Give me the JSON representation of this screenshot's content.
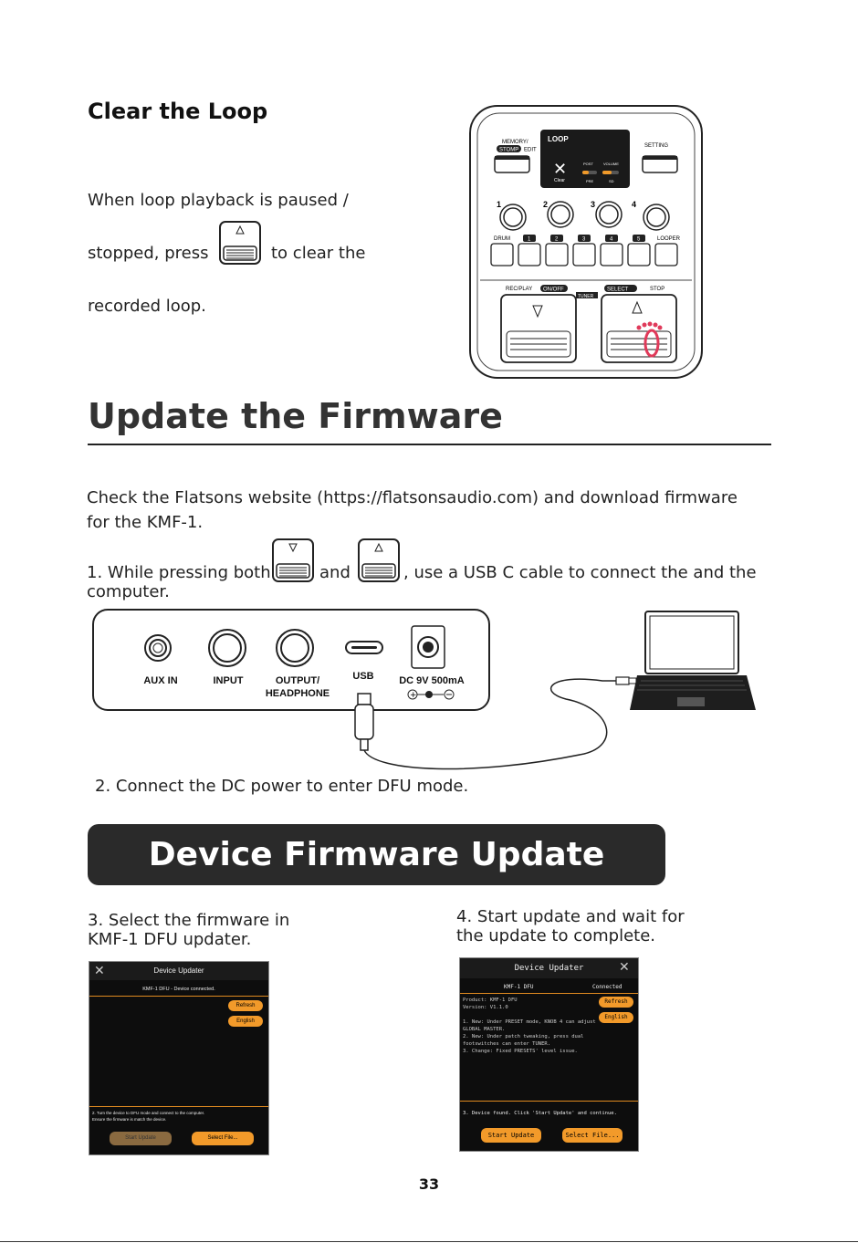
{
  "clear_loop": {
    "title": "Clear the Loop",
    "line1": "When loop playback is paused /",
    "line2a": "stopped, press",
    "line2b": "to clear the",
    "line3": "recorded loop."
  },
  "pedal": {
    "memory": "MEMORY/",
    "stomp": "STOMP",
    "edit": "EDIT",
    "loop": "LOOP",
    "setting": "SETTING",
    "clear": "Clear",
    "post": "POST",
    "volume": "VOLUME",
    "pre": "PRE",
    "sd": "SD",
    "knob1": "1",
    "knob2": "2",
    "knob3": "3",
    "knob4": "4",
    "drum": "DRUM",
    "b1": "1",
    "b2": "2",
    "b3": "3",
    "b4": "4",
    "b5": "5",
    "looper": "LOOPER",
    "recplay": "REC/PLAY",
    "onoff": "ON/OFF",
    "tuner": "TUNER",
    "select": "SELECT",
    "stop": "STOP"
  },
  "firmware": {
    "title": "Update the Firmware",
    "check_line1": "Check the Flatsons website (https://flatsonsaudio.com) and download firmware",
    "check_line2": "for the KMF-1.",
    "step1a": "1. While pressing both",
    "step1b": "and",
    "step1c": ", use a USB C cable to connect the and the",
    "step1d": "computer.",
    "ports": {
      "aux": "AUX IN",
      "input": "INPUT",
      "output1": "OUTPUT/",
      "output2": "HEADPHONE",
      "usb": "USB",
      "dc": "DC 9V 500mA"
    },
    "step2": "2. Connect the DC power to enter DFU mode."
  },
  "banner": "Device Firmware Update",
  "step3": {
    "line1": "3. Select the firmware in",
    "line2": "KMF-1 DFU updater."
  },
  "step4": {
    "line1": "4. Start update and wait for",
    "line2": "the update to complete."
  },
  "updater_left": {
    "title": "Device Updater",
    "status": "KMF-1 DFU - Device connected.",
    "refresh": "Refresh",
    "english": "English",
    "msg1": "2. Turn the device to DFU mode and connect to the computer.",
    "msg2": "Ensure the firmware is match the device.",
    "start": "Start Update",
    "select": "Select File..."
  },
  "updater_right": {
    "title": "Device Updater",
    "device": "KMF-1 DFU",
    "connected": "Connected",
    "product": "Product: KMF-1 DFU",
    "version": "Version: V1.1.0",
    "log1": "1. New: Under PRESET mode, KNOB 4 can adjust",
    "log2": "GLOBAL MASTER.",
    "log3": "2. New: Under patch tweaking, press dual",
    "log4": "footswitches can enter TUNER.",
    "log5": "3. Change: Fixed PRESETS' level issue.",
    "refresh": "Refresh",
    "english": "English",
    "msg": "3. Device found. Click 'Start Update' and continue.",
    "start": "Start Update",
    "select": "Select File..."
  },
  "page_number": "33"
}
